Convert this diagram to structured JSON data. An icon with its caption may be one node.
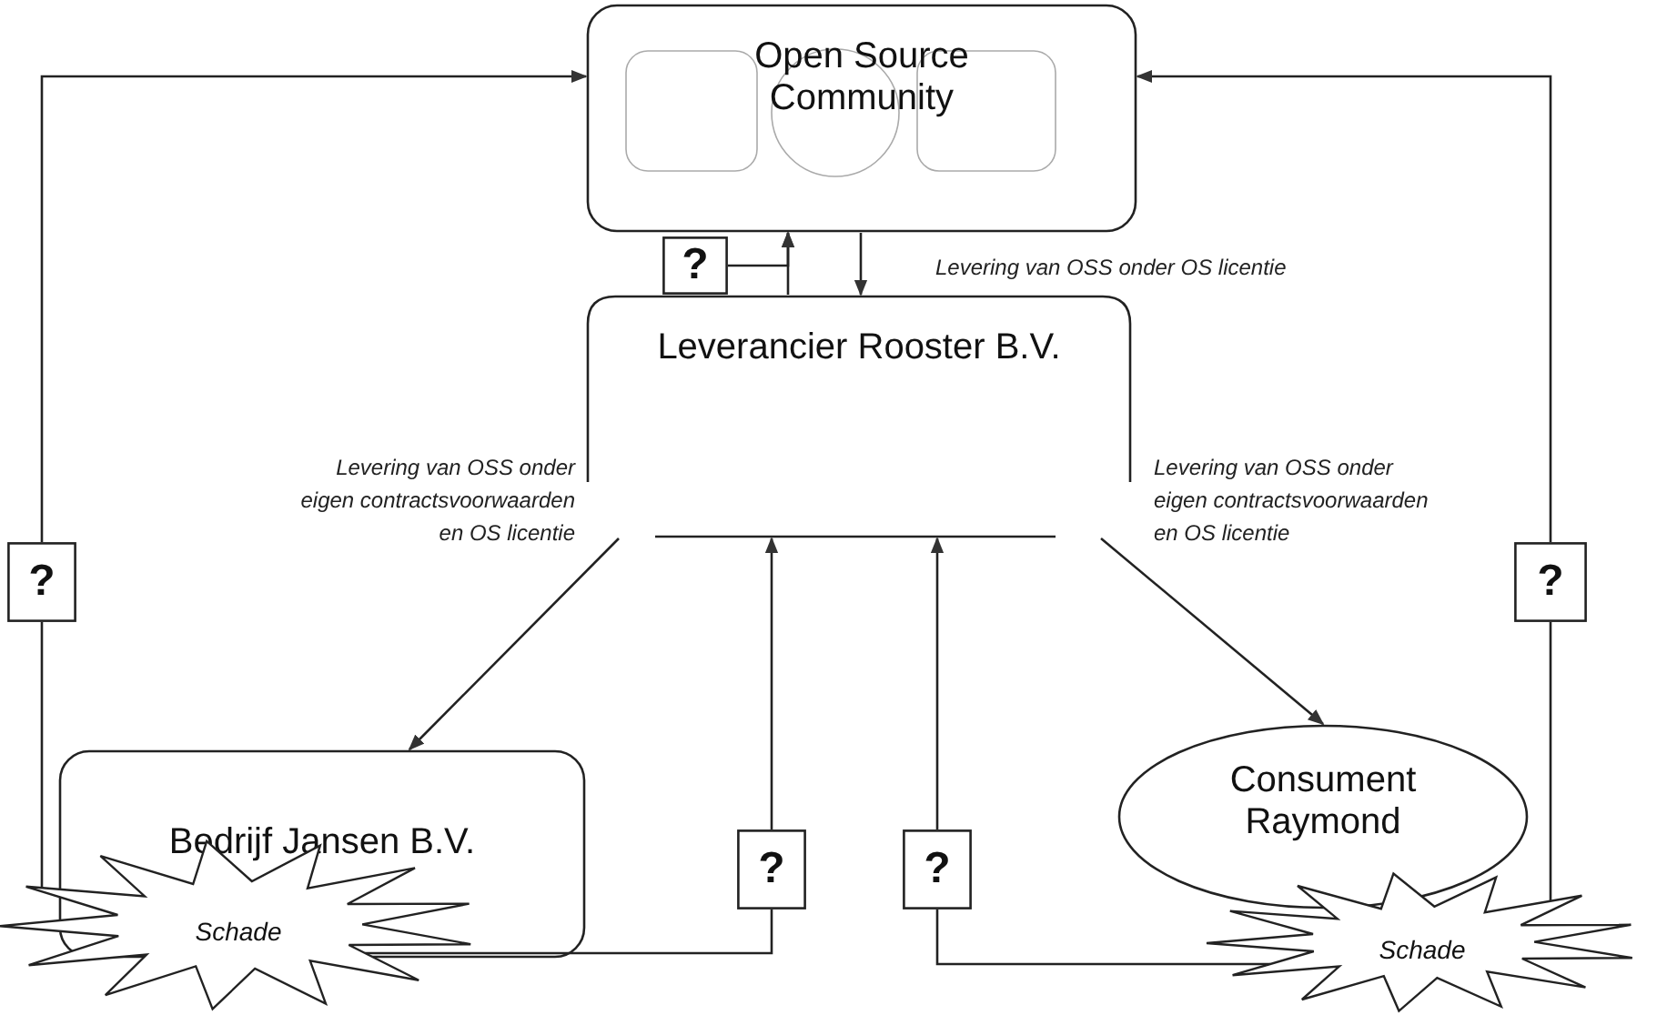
{
  "diagram": {
    "nodes": [
      {
        "text": [
          "Open Source Community"
        ]
      },
      {
        "text": [
          "Leverancier Rooster B.V."
        ]
      },
      {
        "text": [
          "?"
        ]
      },
      {
        "text": [
          "?"
        ]
      },
      {
        "text": [
          "?"
        ]
      },
      {
        "text": [
          "?"
        ]
      },
      {
        "text": [
          "?"
        ]
      },
      {
        "text": [
          "Bedrijf Jansen B.V."
        ]
      },
      {
        "text": [
          "Schade"
        ]
      },
      {
        "text": [
          "Consument Raymond"
        ]
      },
      {
        "text": [
          "Schade"
        ]
      }
    ],
    "edges": [
      {
        "from": 2,
        "to": 0,
        "arrow": "to"
      },
      {
        "from": 1,
        "to": 0,
        "arrow": "to"
      },
      {
        "from": 0,
        "to": 1,
        "arrow": "to",
        "label": "Levering van OSS onder OS licentie"
      },
      {
        "from": 8,
        "to": 3,
        "arrow": "none"
      },
      {
        "from": 3,
        "to": 0,
        "arrow": "to"
      },
      {
        "from": 10,
        "to": 4,
        "arrow": "none"
      },
      {
        "from": 4,
        "to": 0,
        "arrow": "to"
      },
      {
        "from": 8,
        "to": 5,
        "arrow": "none"
      },
      {
        "from": 5,
        "to": 1,
        "arrow": "to"
      },
      {
        "from": 10,
        "to": 6,
        "arrow": "none"
      },
      {
        "from": 6,
        "to": 1,
        "arrow": "to"
      },
      {
        "from": 1,
        "to": 7,
        "arrow": "to",
        "label": "Levering van OSS onder eigen contractsvoorwaarden en OS licentie"
      },
      {
        "from": 1,
        "to": 9,
        "arrow": "to",
        "label": "Levering van OSS onder eigen contractsvoorwaarden en OS licentie"
      }
    ]
  }
}
